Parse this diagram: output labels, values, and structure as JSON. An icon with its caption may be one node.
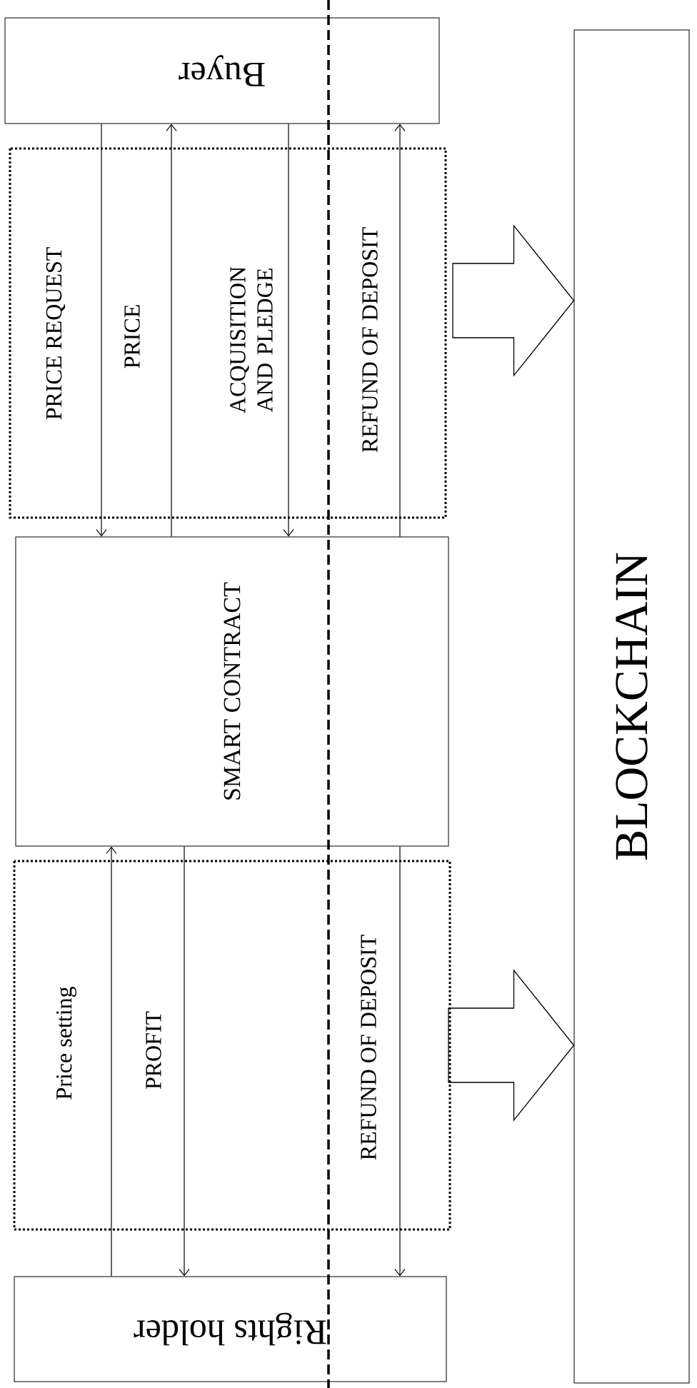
{
  "diagram": {
    "nodes": [
      {
        "text": [
          "Buyer"
        ]
      },
      {
        "text": [
          "SMART CONTRACT"
        ]
      },
      {
        "text": [
          "Rights holder"
        ]
      },
      {
        "text": [
          "BLOCKCHAIN"
        ]
      }
    ],
    "edges": [
      {
        "from": 0,
        "to": 1,
        "arrow": "to",
        "label": "PRICE REQUEST"
      },
      {
        "from": 1,
        "to": 0,
        "arrow": "to",
        "label": "PRICE"
      },
      {
        "from": 0,
        "to": 1,
        "arrow": "to",
        "label": "ACQUISITION AND PLEDGE"
      },
      {
        "from": 1,
        "to": 0,
        "arrow": "to",
        "label": "REFUND OF DEPOSIT"
      },
      {
        "from": 2,
        "to": 1,
        "arrow": "to",
        "label": "Price setting"
      },
      {
        "from": 1,
        "to": 2,
        "arrow": "to",
        "label": "PROFIT"
      },
      {
        "from": 1,
        "to": 2,
        "arrow": "to",
        "label": "REFUND OF DEPOSIT"
      },
      {
        "from": null,
        "to": 3,
        "arrow": "to",
        "style": "thick"
      },
      {
        "from": null,
        "to": 3,
        "arrow": "to",
        "style": "thick"
      }
    ]
  }
}
